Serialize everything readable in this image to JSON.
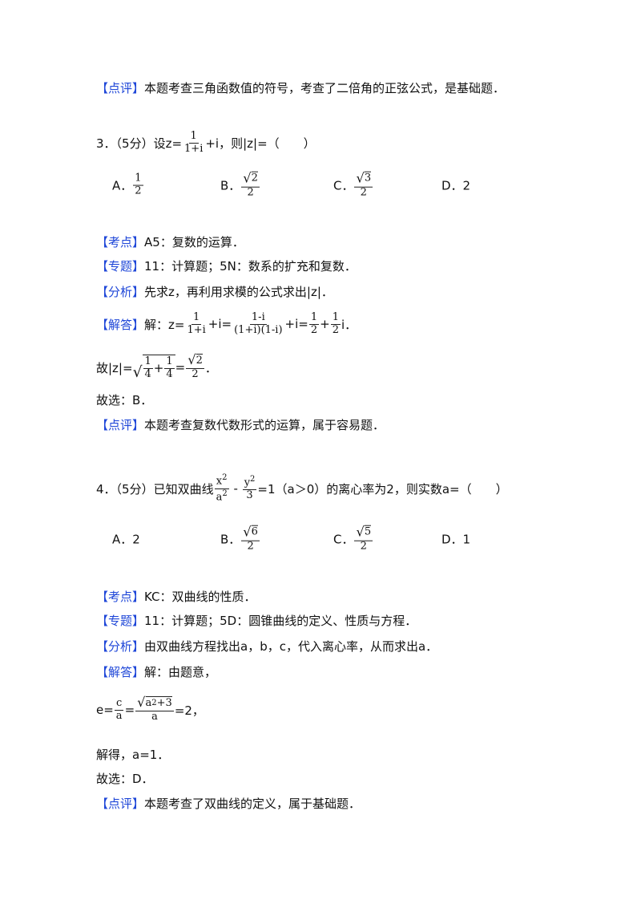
{
  "colors": {
    "tag": "#1f47d8",
    "text": "#111111"
  },
  "lines": [
    {
      "tag": "【点评】",
      "segs": [
        "本题考查三角函数值的符号，考查了二倍角的正弦公式，是基础题．"
      ]
    },
    {
      "tag": "",
      "segs": [
        "3．（5分）设z=",
        {
          "f": {
            "n": [
              "1"
            ],
            "d": [
              "1+i"
            ]
          }
        },
        "+i，则|z|=（　　）"
      ]
    },
    {
      "tag": "【考点】",
      "segs": [
        "A5：复数的运算．"
      ]
    },
    {
      "tag": "【专题】",
      "segs": [
        "11：计算题；5N：数系的扩充和复数．"
      ]
    },
    {
      "tag": "【分析】",
      "segs": [
        "先求z，再利用求模的公式求出|z|．"
      ]
    },
    {
      "tag": "【解答】",
      "segs": [
        "解：z=",
        {
          "f": {
            "n": [
              "1"
            ],
            "d": [
              "1+i"
            ]
          }
        },
        "+i=",
        {
          "f": {
            "n": [
              "1-i"
            ],
            "d": [
              "(1+i)(1-i)"
            ]
          }
        },
        "+i=",
        {
          "f": {
            "n": [
              "1"
            ],
            "d": [
              "2"
            ]
          }
        },
        "+",
        {
          "f": {
            "n": [
              "1"
            ],
            "d": [
              "2"
            ]
          }
        },
        "i．"
      ]
    },
    {
      "tag": "",
      "segs": [
        "故|z|=",
        {
          "r": [
            {
              "f": {
                "n": [
                  "1"
                ],
                "d": [
                  "4"
                ]
              }
            },
            "+",
            {
              "f": {
                "n": [
                  "1"
                ],
                "d": [
                  "4"
                ]
              }
            }
          ]
        },
        "=",
        {
          "f": {
            "n": [
              {
                "r": [
                  "2"
                ]
              }
            ],
            "d": [
              "2"
            ]
          }
        },
        "．"
      ]
    },
    {
      "tag": "",
      "segs": [
        "故选：B．"
      ]
    },
    {
      "tag": "【点评】",
      "segs": [
        "本题考查复数代数形式的运算，属于容易题．"
      ]
    },
    {
      "tag": "",
      "segs": [
        "4．（5分）已知双曲线",
        {
          "f": {
            "n": [
              "x",
              {
                "p": "2"
              }
            ],
            "d": [
              "a",
              {
                "p": "2"
              }
            ]
          }
        },
        " - ",
        {
          "f": {
            "n": [
              "y",
              {
                "p": "2"
              }
            ],
            "d": [
              "3"
            ]
          }
        },
        "=1（a＞0）的离心率为2，则实数a=（　　）"
      ]
    },
    {
      "tag": "【考点】",
      "segs": [
        "KC：双曲线的性质．"
      ]
    },
    {
      "tag": "【专题】",
      "segs": [
        "11：计算题；5D：圆锥曲线的定义、性质与方程．"
      ]
    },
    {
      "tag": "【分析】",
      "segs": [
        "由双曲线方程找出a，b，c，代入离心率，从而求出a．"
      ]
    },
    {
      "tag": "【解答】",
      "segs": [
        "解：由题意，"
      ]
    },
    {
      "tag": "",
      "segs": [
        "e=",
        {
          "f": {
            "n": [
              "c"
            ],
            "d": [
              "a"
            ]
          }
        },
        "=",
        {
          "f": {
            "n": [
              {
                "r": [
                  "a",
                  {
                    "p": "2"
                  },
                  "+3"
                ]
              }
            ],
            "d": [
              "a"
            ]
          }
        },
        "=2，"
      ]
    },
    {
      "tag": "",
      "segs": [
        "解得，a=1．"
      ]
    },
    {
      "tag": "",
      "segs": [
        "故选：D．"
      ]
    },
    {
      "tag": "【点评】",
      "segs": [
        "本题考查了双曲线的定义，属于基础题．"
      ]
    }
  ],
  "options": [
    {
      "segs": [
        "A．",
        {
          "f": {
            "n": [
              "1"
            ],
            "d": [
              "2"
            ]
          }
        }
      ]
    },
    {
      "segs": [
        "B．",
        {
          "f": {
            "n": [
              {
                "r": [
                  "2"
                ]
              }
            ],
            "d": [
              "2"
            ]
          }
        }
      ]
    },
    {
      "segs": [
        "C．",
        {
          "f": {
            "n": [
              {
                "r": [
                  "3"
                ]
              }
            ],
            "d": [
              "2"
            ]
          }
        }
      ]
    },
    {
      "segs": [
        "D．2"
      ]
    },
    {
      "segs": [
        "A．2"
      ]
    },
    {
      "segs": [
        "B．",
        {
          "f": {
            "n": [
              {
                "r": [
                  "6"
                ]
              }
            ],
            "d": [
              "2"
            ]
          }
        }
      ]
    },
    {
      "segs": [
        "C．",
        {
          "f": {
            "n": [
              {
                "r": [
                  "5"
                ]
              }
            ],
            "d": [
              "2"
            ]
          }
        }
      ]
    },
    {
      "segs": [
        "D．1"
      ]
    }
  ]
}
